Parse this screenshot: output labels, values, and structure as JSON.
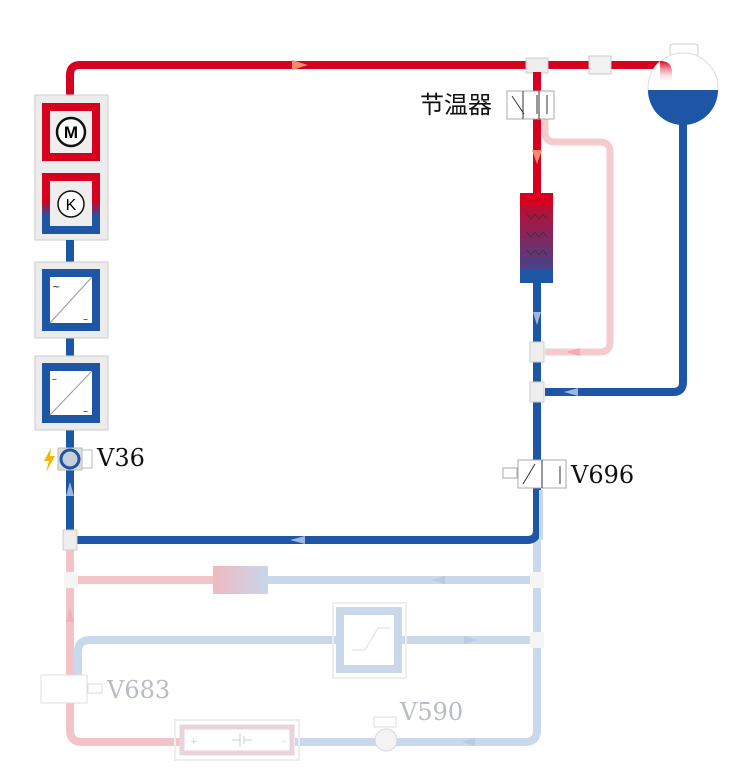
{
  "labels": {
    "thermostat": "节温器",
    "v36": "V36",
    "v696": "V696",
    "v683": "V683",
    "v590": "V590"
  },
  "colors": {
    "hot": "#d7001e",
    "cold": "#1d56a4",
    "hot_faded": "#f2c3c8",
    "cold_faded": "#c9d8ea",
    "housing": "#e6e6e6"
  },
  "components": {
    "motor_symbol": "M",
    "compressor_symbol": "K"
  }
}
